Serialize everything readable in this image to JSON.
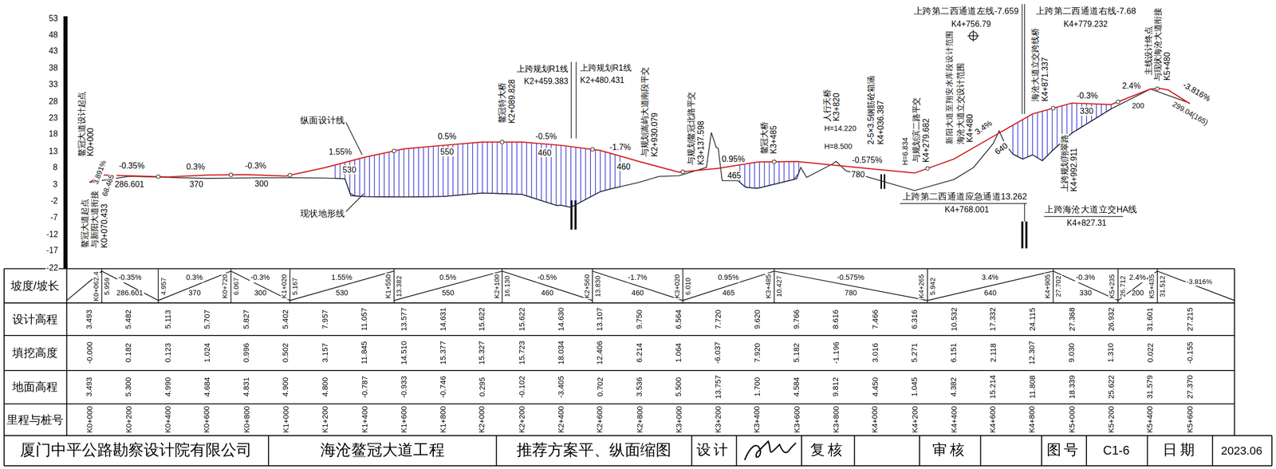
{
  "diagram": {
    "labels": [
      "坡度/坡长",
      "设计高程",
      "填挖高度",
      "地面高程",
      "里程与桩号",
      "53",
      "48",
      "43",
      "38",
      "33",
      "28",
      "23",
      "18",
      "13",
      "8",
      "3",
      "-2",
      "-7",
      "-12",
      "-17",
      "-22",
      "3.493",
      "5.482",
      "5.113",
      "5.707",
      "5.827",
      "5.402",
      "7.957",
      "11.057",
      "13.577",
      "14.631",
      "15.622",
      "15.622",
      "14.630",
      "13.107",
      "9.750",
      "6.564",
      "7.720",
      "9.620",
      "9.766",
      "8.616",
      "7.466",
      "6.316",
      "10.532",
      "17.332",
      "24.115",
      "27.368",
      "26.932",
      "31.601",
      "27.215",
      "-0.000",
      "0.182",
      "0.123",
      "1.024",
      "0.996",
      "0.502",
      "3.157",
      "11.845",
      "14.510",
      "15.377",
      "15.327",
      "15.723",
      "18.034",
      "12.406",
      "6.214",
      "1.064",
      "-6.037",
      "7.920",
      "5.182",
      "-1.196",
      "3.016",
      "5.271",
      "6.151",
      "2.118",
      "12.307",
      "9.030",
      "1.310",
      "0.022",
      "-0.155",
      "3.493",
      "5.300",
      "4.990",
      "4.684",
      "4.831",
      "4.900",
      "4.800",
      "-0.787",
      "-0.933",
      "-0.746",
      "0.295",
      "-0.102",
      "-3.405",
      "0.702",
      "3.536",
      "5.500",
      "13.757",
      "1.700",
      "4.584",
      "9.812",
      "4.450",
      "1.045",
      "4.382",
      "15.214",
      "11.808",
      "18.339",
      "25.622",
      "31.579",
      "27.370",
      "K0+000",
      "K0+200",
      "K0+400",
      "K0+600",
      "K0+800",
      "K1+000",
      "K1+200",
      "K1+400",
      "K1+600",
      "K1+800",
      "K2+000",
      "K2+200",
      "K2+400",
      "K2+600",
      "K2+800",
      "K3+000",
      "K3+200",
      "K3+400",
      "K3+600",
      "K3+800",
      "K4+000",
      "K4+200",
      "K4+400",
      "K4+600",
      "K4+800",
      "K5+000",
      "K5+200",
      "K5+400",
      "K5+600",
      "K0+062.4",
      "5.959",
      "4.957",
      "K0+720",
      "6.067",
      "K1+020",
      "5.167",
      "K1+550",
      "13.382",
      "K2+100",
      "16.130",
      "K2+560",
      "13.830",
      "K3+020",
      "6.010",
      "K3+485",
      "10.427",
      "K4+265",
      "5.942",
      "K4+905",
      "27.702",
      "K5+235",
      "26.712",
      "K5+435",
      "31.512",
      "-0.35%",
      "286.601",
      "0.3%",
      "370",
      "-0.3%",
      "300",
      "1.55%",
      "530",
      "0.5%",
      "550",
      "-0.5%",
      "460",
      "-1.7%",
      "460",
      "0.95%",
      "465",
      "-0.575%",
      "780",
      "3.4%",
      "640",
      "-0.3%",
      "330",
      "2.4%",
      "200",
      "-3.816%",
      "鳌冠大道设计起点",
      "K0+000",
      "3.891%",
      "68.465",
      "鳌冠大道起点",
      "与新阳大道衔接",
      "K0+070.433",
      "-0.35%",
      "286.601",
      "0.3%",
      "370",
      "-0.3%",
      "300",
      "纵面设计线",
      "现状地形线",
      "1.55%",
      "530",
      "0.5%",
      "550",
      "-0.5%",
      "460",
      "鳌冠特大桥",
      "K2+089.828",
      "上跨规划R1线",
      "K2+459.383",
      "上跨规划R1线",
      "K2+480.431",
      "-1.7%",
      "460",
      "与规划嵩屿大道南段平交",
      "K2+930.079",
      "与规划鳌冠北路平交",
      "K3+137.598",
      "0.95%",
      "465",
      "鳌冠大桥",
      "K3+485",
      "人行天桥",
      "K3+820",
      "H=14.220",
      "H=8.500",
      "-0.575%",
      "780",
      "2-5×3.5钢筋砼箱涵",
      "K4+036.387",
      "H=6.834",
      "与规划滨二路平交",
      "K4+279.682",
      "新阳大道至翔安水库段设计范围",
      "海沧大道立交设计范围",
      "K4+480",
      "3.4%",
      "640",
      "上跨第二西通道左线-7.659",
      "K4+756.79",
      "上跨第二西通道右线-7.68",
      "K4+779.232",
      "海沧大道立交跨线桥",
      "K4+871.337",
      "上跨第二西通道应急通道13.262",
      "K4+768.001",
      "上跨海沧大道立交HA线",
      "K4+827.31",
      "上跨规划翔翠路",
      "K4+992.911",
      "-0.3%",
      "330",
      "2.4%",
      "200",
      "主线设计终点",
      "与现状海沧大道衔接",
      "K5+480",
      "-3.816%",
      "299.04(165)",
      "厦门中平公路勘察设计院有限公司",
      "海沧鳌冠大道工程",
      "推荐方案平、纵面缩图",
      "设计",
      "复核",
      "审核",
      "图号",
      "C1-6",
      "日期",
      "2023.06"
    ]
  }
}
